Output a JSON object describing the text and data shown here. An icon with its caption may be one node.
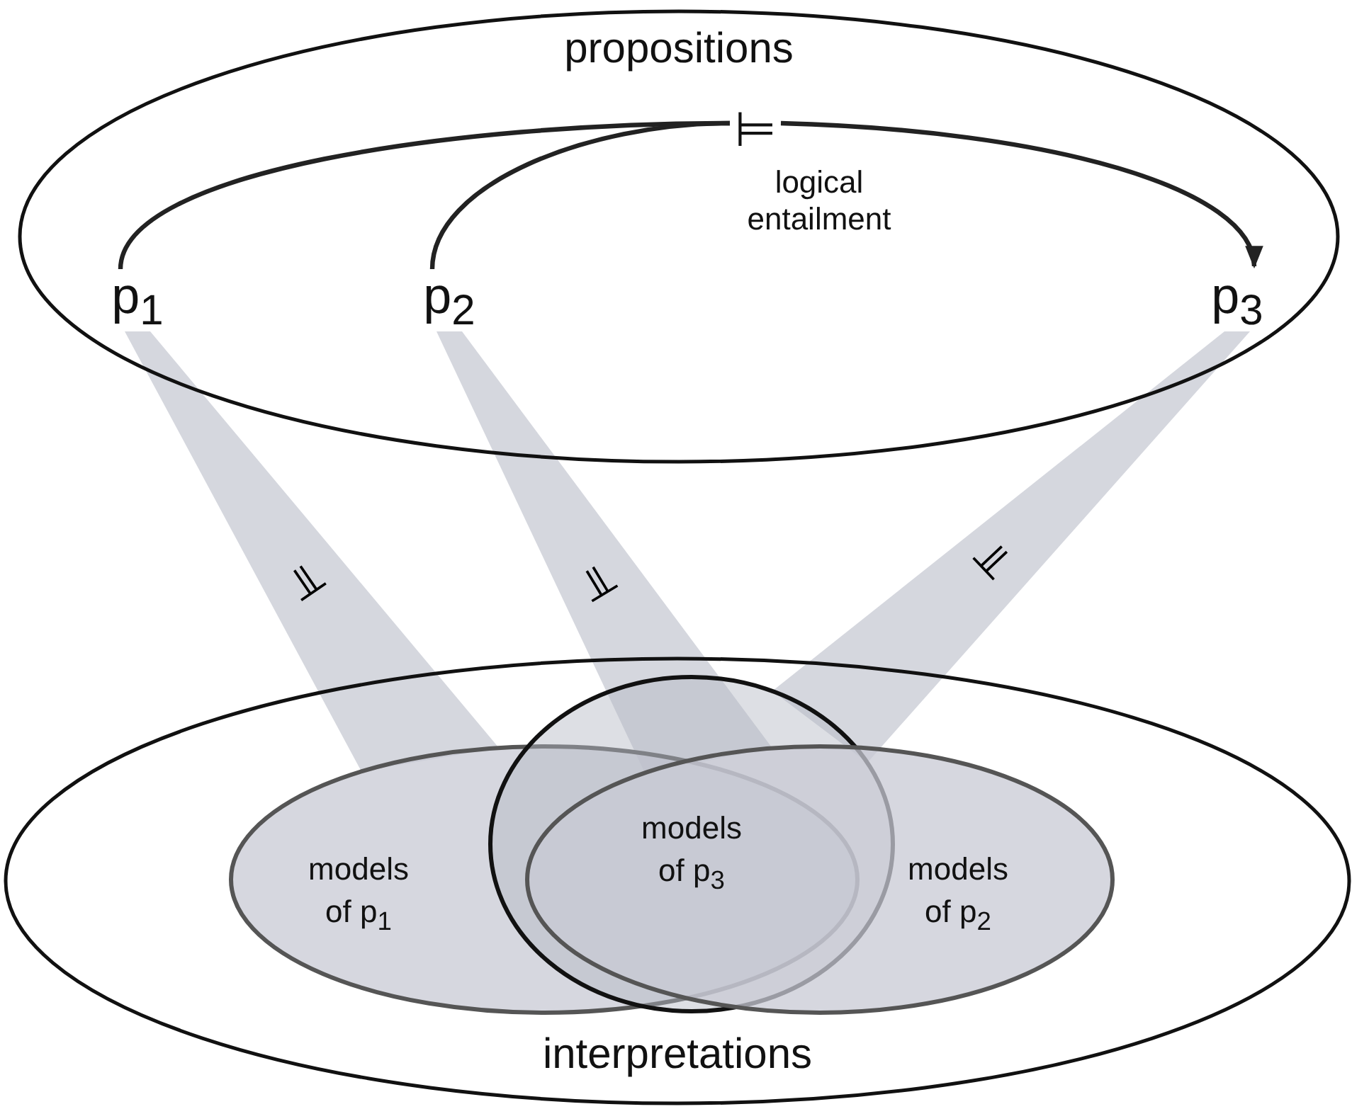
{
  "diagram": {
    "nodes": [
      {
        "text": [
          "propositions"
        ]
      },
      {
        "text": [
          "⊨"
        ],
        "in": 0,
        "beside": [
          "logical entailment"
        ]
      },
      {
        "text": [
          "p$_{1}$"
        ],
        "in": 0
      },
      {
        "text": [
          "p$_{2}$"
        ],
        "in": 0
      },
      {
        "text": [
          "p$_{3}$"
        ],
        "in": 0
      },
      {
        "text": [
          "interpretations"
        ]
      },
      {
        "text": [
          "models of p$_{1}$"
        ],
        "in": 5
      },
      {
        "text": [
          "models of p$_{3}$"
        ],
        "in": 5
      },
      {
        "text": [
          "models of p$_{2}$"
        ],
        "in": 5
      }
    ],
    "edges": [
      {
        "from": 2,
        "to": 1,
        "arrow": "none"
      },
      {
        "from": 3,
        "to": 1,
        "arrow": "none"
      },
      {
        "from": 1,
        "to": 4,
        "arrow": "to"
      },
      {
        "from": 2,
        "to": 6,
        "arrow": "none",
        "label": "⊨",
        "style": "thick",
        "color": "#d5d7de"
      },
      {
        "from": 3,
        "to": 8,
        "arrow": "none",
        "label": "⊨",
        "style": "thick",
        "color": "#d5d7de"
      },
      {
        "from": 4,
        "to": 7,
        "arrow": "none",
        "label": "⊨",
        "style": "thick",
        "color": "#d5d7de"
      }
    ]
  }
}
